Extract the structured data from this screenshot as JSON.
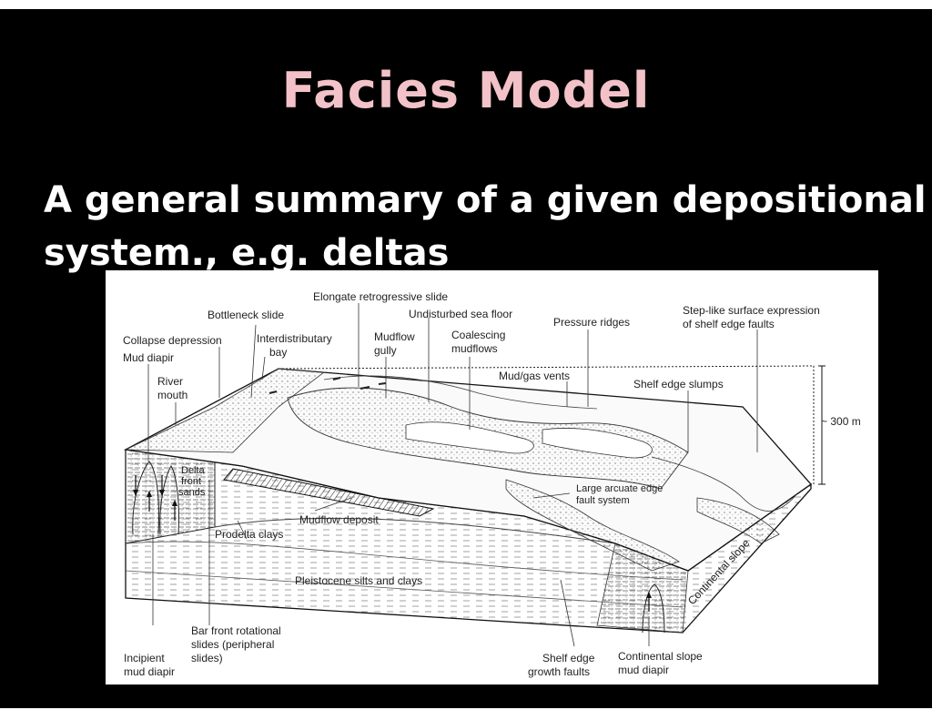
{
  "slide": {
    "title": "Facies Model",
    "subtitle_line1": "A general summary of a given depositional",
    "subtitle_line2": "system., e.g. deltas"
  },
  "figure": {
    "labels": {
      "elongate_retrogressive_slide": "Elongate retrogressive slide",
      "bottleneck_slide": "Bottleneck slide",
      "undisturbed_sea_floor": "Undisturbed sea floor",
      "step_like_1": "Step-like surface expression",
      "step_like_2": "of shelf edge faults",
      "pressure_ridges": "Pressure ridges",
      "collapse_depression": "Collapse depression",
      "interdistributary_1": "Interdistributary",
      "interdistributary_2": "bay",
      "mudflow_gully_1": "Mudflow",
      "mudflow_gully_2": "gully",
      "coalescing_1": "Coalescing",
      "coalescing_2": "mudflows",
      "mud_diapir": "Mud diapir",
      "river_mouth_1": "River",
      "river_mouth_2": "mouth",
      "mud_gas_vents": "Mud/gas vents",
      "shelf_edge_slumps": "Shelf edge slumps",
      "scale_300m": "~ 300 m",
      "delta_front_1": "Delta",
      "delta_front_2": "front",
      "delta_front_3": "sands",
      "large_arcuate_1": "Large arcuate edge",
      "large_arcuate_2": "fault system",
      "mudflow_deposit": "Mudflow deposit",
      "prodelta_clays": "Prodelta clays",
      "pleistocene": "Pleistocene silts and clays",
      "continental_slope": "Continental slope",
      "bar_front_1": "Bar front rotational",
      "bar_front_2": "slides (peripheral",
      "bar_front_3": "slides)",
      "incipient_1": "Incipient",
      "incipient_2": "mud diapir",
      "shelf_growth_1": "Shelf edge",
      "shelf_growth_2": "growth faults",
      "cont_slope_diapir_1": "Continental slope",
      "cont_slope_diapir_2": "mud diapir"
    }
  }
}
